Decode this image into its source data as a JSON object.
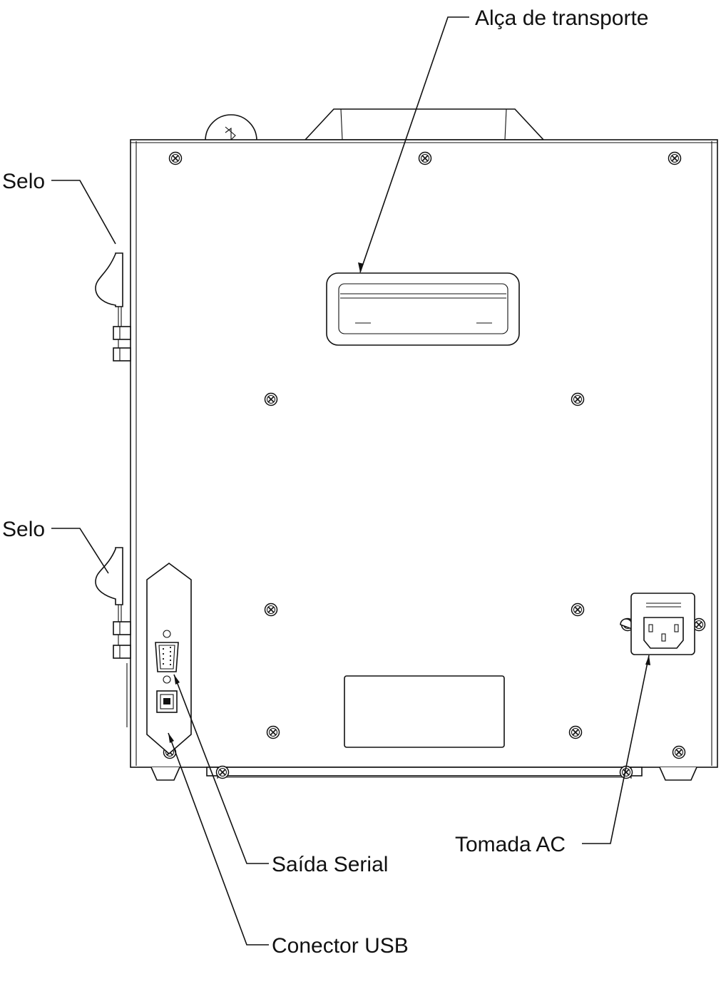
{
  "callouts": {
    "carry_handle": "Alça de transporte",
    "seal_top": "Selo",
    "seal_bottom": "Selo",
    "serial_output": "Saída Serial",
    "usb_connector": "Conector USB",
    "ac_socket": "Tomada AC"
  },
  "icons": [
    "bluetooth-icon",
    "screw-icon",
    "db9-serial-port-icon",
    "usb-b-port-icon",
    "iec-ac-inlet-icon"
  ],
  "colors": {
    "line": "#111111",
    "background": "#ffffff"
  }
}
